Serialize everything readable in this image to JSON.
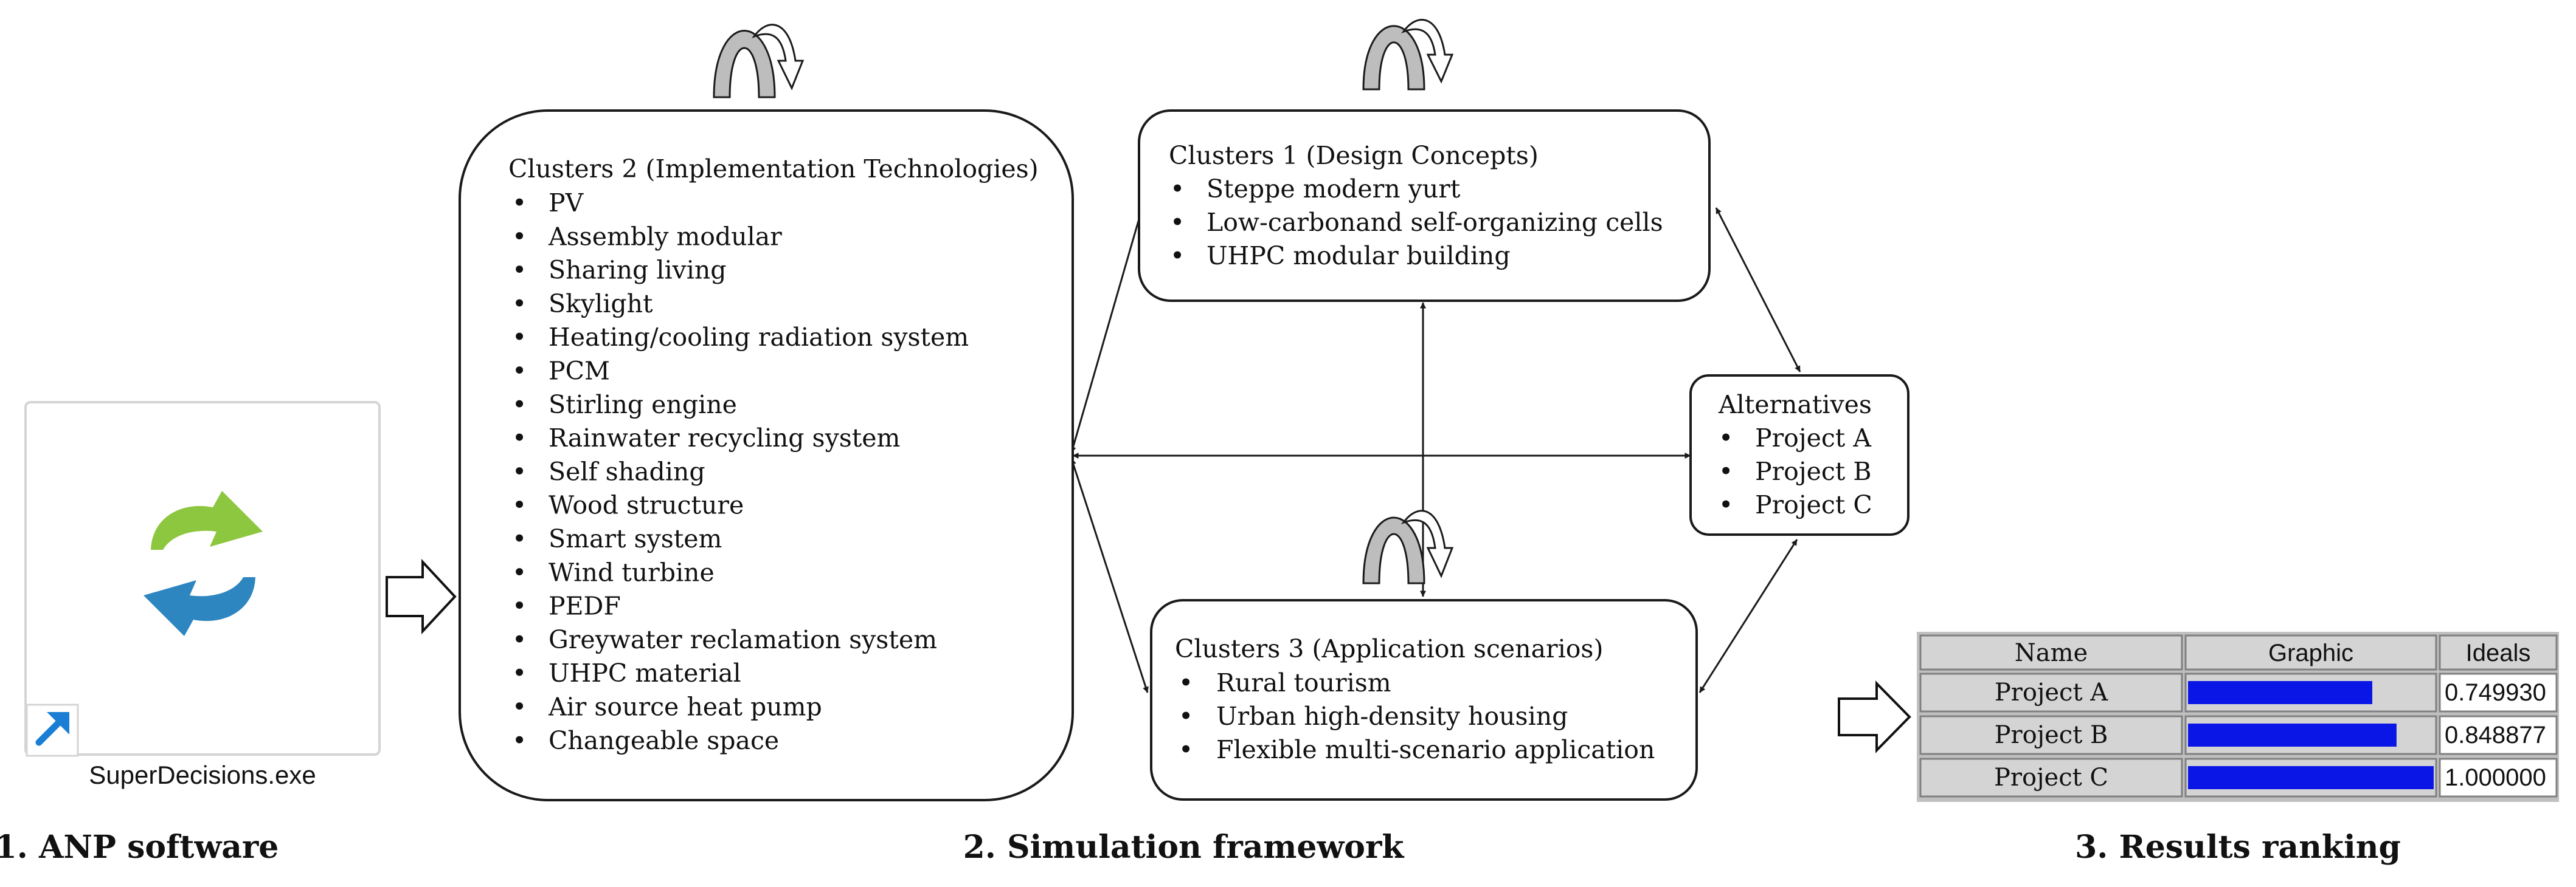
{
  "software": {
    "exe_label": "SuperDecisions.exe",
    "caption": "1. ANP software"
  },
  "framework": {
    "caption": "2. Simulation framework",
    "clusters2": {
      "title": "Clusters 2 (Implementation Technologies)",
      "items": [
        "PV",
        "Assembly modular",
        "Sharing living",
        "Skylight",
        "Heating/cooling radiation system",
        "PCM",
        "Stirling engine",
        "Rainwater recycling system",
        "Self shading",
        "Wood structure",
        "Smart system",
        "Wind turbine",
        "PEDF",
        "Greywater reclamation system",
        "UHPC material",
        "Air source heat pump",
        "Changeable space"
      ]
    },
    "clusters1": {
      "title": "Clusters 1 (Design Concepts)",
      "items": [
        "Steppe modern yurt",
        "Low-carbonand self-organizing cells",
        "UHPC modular building"
      ]
    },
    "clusters3": {
      "title": "Clusters 3 (Application scenarios)",
      "items": [
        "Rural tourism",
        "Urban high-density housing",
        "Flexible multi-scenario application"
      ]
    },
    "alternatives": {
      "title": "Alternatives",
      "items": [
        "Project A",
        "Project B",
        "Project C"
      ]
    }
  },
  "results": {
    "caption": "3. Results ranking",
    "headers": {
      "name": "Name",
      "graphic": "Graphic",
      "ideals": "Ideals"
    },
    "rows": [
      {
        "name": "Project A",
        "ideal": 0.74993,
        "ideal_text": "0.749930"
      },
      {
        "name": "Project B",
        "ideal": 0.848877,
        "ideal_text": "0.848877"
      },
      {
        "name": "Project C",
        "ideal": 1.0,
        "ideal_text": "1.000000"
      }
    ],
    "bar_color": "#0a16e6"
  },
  "colors": {
    "box_border": "#1a1a1a",
    "loop_fill": "#bdbdbd",
    "logo_green": "#8dc63f",
    "logo_blue": "#2e86c1",
    "shortcut_arrow": "#1a7fd4"
  }
}
